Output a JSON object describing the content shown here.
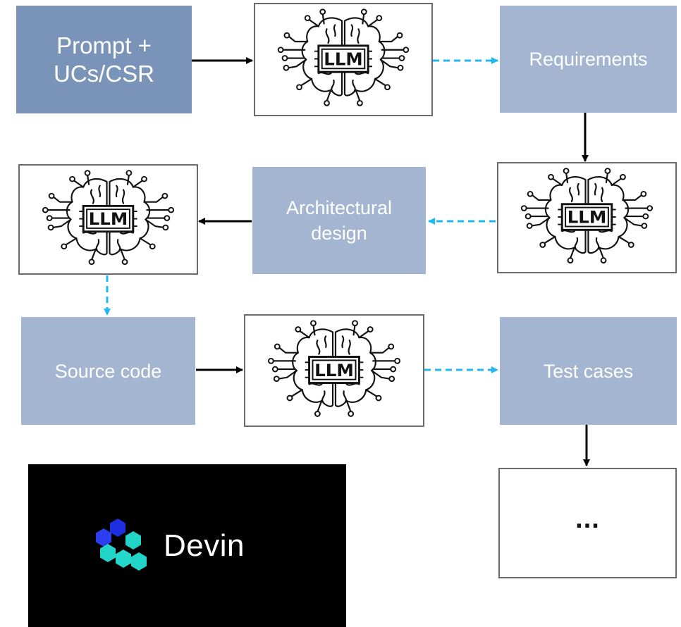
{
  "nodes": {
    "prompt": "Prompt +\nUCs/CSR",
    "requirements": "Requirements",
    "architectural_design": "Architectural\ndesign",
    "source_code": "Source code",
    "test_cases": "Test cases",
    "continuation": "..."
  },
  "llm_label": "LLM",
  "logo": {
    "name": "Devin"
  },
  "colors": {
    "input_box": "#7a93b8",
    "artifact_box": "#a3b5d1",
    "llm_arrow": "#000000",
    "output_arrow": "#1fb8f0"
  }
}
